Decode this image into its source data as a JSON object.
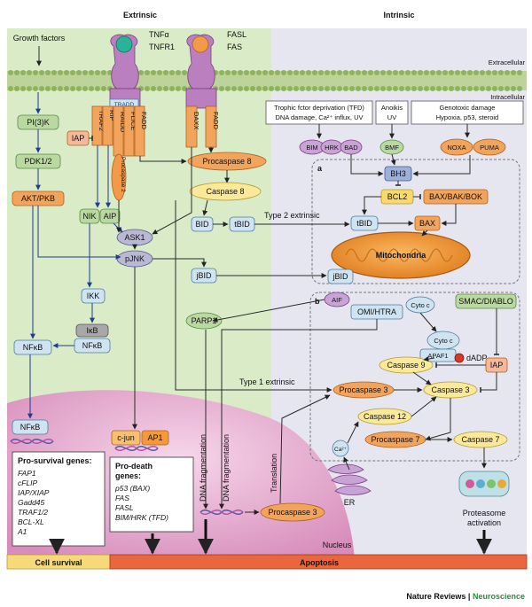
{
  "headers": {
    "extrinsic": "Extrinsic",
    "intrinsic": "Intrinsic"
  },
  "membrane": {
    "extracellular": "Extracellular",
    "intracellular": "Intracellular"
  },
  "receptors": {
    "growth_factors": "Growth factors",
    "tnfa": "TNFα",
    "tnfr1": "TNFR1",
    "fasl": "FASL",
    "fas": "FAS",
    "tradd": "TRADD",
    "traf2": "TRAF2",
    "rip": "RIP",
    "raidd": "RAIDD",
    "flice": "FLICE",
    "fadd1": "FADD",
    "daxx": "DAXX",
    "fadd2": "FADD",
    "procaspase2": "Procaspase 2"
  },
  "survival_path": {
    "pi3k": "PI(3)K",
    "pdk": "PDK1/2",
    "akt": "AKT/PKB",
    "nfkb_left": "NFκB",
    "ikk": "IKK",
    "ikb": "IκB",
    "nfkb_mid": "NFκB",
    "nfkb_nucleus": "NFκB"
  },
  "extrinsic_nodes": {
    "iap_left": "IAP",
    "nik": "NIK",
    "aip": "AIP",
    "ask1": "ASK1",
    "pjnk": "pJNK",
    "procaspase8": "Procaspase 8",
    "caspase8": "Caspase 8",
    "bid": "BID",
    "tbid_ext": "tBID",
    "jbid_ext": "jBID",
    "parp1": "PARP1",
    "cjun": "c-jun",
    "ap1": "AP1"
  },
  "stress_boxes": [
    {
      "text": "Trophic fctor deprivation (TFD) DNA damage, Ca²⁺ influx, UV"
    },
    {
      "text": "Anoikis UV"
    },
    {
      "text": "Genotoxic damage Hypoxia, p53, steroid"
    }
  ],
  "intrinsic_nodes": {
    "bim": "BIM",
    "hrk": "HRK",
    "bad": "BAD",
    "bmf": "BMF",
    "noxa": "NOXA",
    "puma": "PUMA",
    "bh3": "BH3",
    "bcl2": "BCL2",
    "bax_bak_bok": "BAX/BAK/BOK",
    "tbid_int": "tBID",
    "bax": "BAX",
    "mito": "Mitochondria",
    "jbid_int": "jBID",
    "panel_a": "a",
    "panel_b": "b",
    "aif": "AIF",
    "omi": "OMI/HTRA",
    "cytoc_rel": "Cyto c",
    "smac": "SMAC/DIABLO",
    "cytoc_apaf": "Cyto c",
    "apaf1": "APAF1",
    "dadp": "dADP",
    "caspase9": "Caspase 9",
    "iap_right": "IAP",
    "procaspase3_top": "Procaspase 3",
    "caspase3": "Caspase 3",
    "caspase12": "Caspase 12",
    "procaspase7": "Procaspase 7",
    "caspase7": "Caspase 7",
    "ca": "Ca²⁺",
    "er": "ER",
    "proteasome": "Proteasome activation",
    "procaspase3_nuc": "Procaspase 3"
  },
  "edge_labels": {
    "type2": "Type 2 extrinsic",
    "type1": "Type 1 extrinsic",
    "dna_frag1": "DNA fragmentation",
    "dna_frag2": "DNA fragmentation",
    "translation": "Translation"
  },
  "gene_boxes": {
    "survival_title": "Pro-survival genes:",
    "survival_genes": [
      "FAP1",
      "cFLIP",
      "IAP/XIAP",
      "Gadd45",
      "TRAF1/2",
      "BCL-XL",
      "A1"
    ],
    "death_title": "Pro-death genes:",
    "death_genes": [
      "p53 (BAX)",
      "FAS",
      "FASL",
      "BIM/HRK (TFD)"
    ]
  },
  "nucleus_label": "Nucleus",
  "outcomes": {
    "survival": "Cell survival",
    "apoptosis": "Apoptosis"
  },
  "credit": {
    "journal": "Nature Reviews",
    "sep": "|",
    "section": "Neuroscience"
  },
  "colors": {
    "extrinsic_bg": "#d9ebc7",
    "intrinsic_bg": "#e6e6f0",
    "membrane": "#bcd39a",
    "mito": "#f2a23e",
    "survival_bar": "#f6d97a",
    "apoptosis_bar": "#e9663f",
    "credit_accent": "#2e8b3d"
  }
}
